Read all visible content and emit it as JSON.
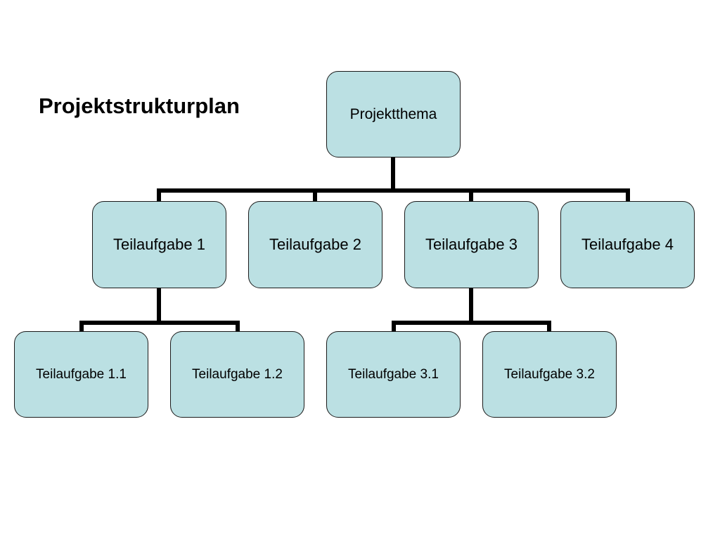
{
  "title": "Projektstrukturplan",
  "colors": {
    "node_fill": "#bbe0e3",
    "node_border": "#1a1a1a",
    "connector": "#000000"
  },
  "diagram": {
    "root": "Projektthema",
    "level1": {
      "t1": "Teilaufgabe 1",
      "t2": "Teilaufgabe 2",
      "t3": "Teilaufgabe 3",
      "t4": "Teilaufgabe 4"
    },
    "level2": {
      "t11": "Teilaufgabe 1.1",
      "t12": "Teilaufgabe 1.2",
      "t31": "Teilaufgabe 3.1",
      "t32": "Teilaufgabe 3.2"
    }
  }
}
